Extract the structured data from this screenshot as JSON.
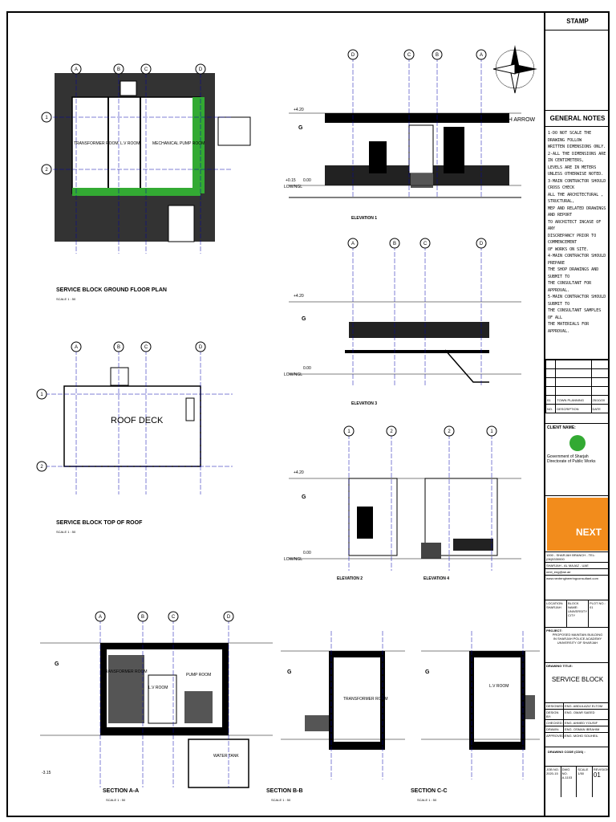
{
  "plans": {
    "ground_floor": {
      "title": "SERVICE BLOCK GROUND FLOOR PLAN",
      "scale": "SCALE 1 : 50",
      "rooms": [
        "TRANSFORMER ROOM",
        "L.V ROOM",
        "MECHANICAL PUMP ROOM"
      ]
    },
    "roof": {
      "title": "SERVICE BLOCK TOP OF ROOF",
      "scale": "SCALE 1 : 50",
      "room": "ROOF DECK"
    }
  },
  "elevations": [
    {
      "title": "ELEVATION 1",
      "grids": [
        "D",
        "C",
        "B",
        "A"
      ],
      "level_label": "G"
    },
    {
      "title": "ELEVATION 3",
      "grids": [
        "A",
        "B",
        "C",
        "D"
      ],
      "level_label": "G"
    },
    {
      "title": "ELEVATION 2",
      "grids": [
        "1",
        "2"
      ],
      "level_label": "G"
    },
    {
      "title": "ELEVATION 4",
      "grids": [
        "2",
        "1"
      ],
      "level_label": "G"
    }
  ],
  "sections": [
    {
      "title": "SECTION A-A",
      "scale": "SCALE 1 : 50",
      "grids": [
        "A",
        "B",
        "C",
        "D"
      ],
      "rooms": [
        "TRANSFORMER ROOM",
        "L.V ROOM",
        "PUMP ROOM",
        "WATER TANK"
      ]
    },
    {
      "title": "SECTION B-B",
      "scale": "SCALE 1 : 50",
      "rooms": [
        "TRANSFORMER ROOM"
      ]
    },
    {
      "title": "SECTION C-C",
      "scale": "SCALE 1 : 50",
      "rooms": [
        "L.V ROOM"
      ]
    }
  ],
  "levels": {
    "top": "+4.20",
    "ffl": "+0.15",
    "ngl": "0.00",
    "low": "LOW/NGL",
    "bottom": "-3.15"
  },
  "north_arrow": {
    "label": "NORTH ARROW"
  },
  "title_block": {
    "stamp": "STAMP",
    "general_notes_title": "GENERAL NOTES",
    "notes": [
      "1-DO NOT SCALE THE DRAWING FOLLOW",
      "  WRITTEN DIMENSIONS ONLY.",
      "2-ALL THE DIMENSIONS ARE IN CENTIMETERS,",
      "  LEVELS ARE IN METERS UNLESS OTHERWISE NOTED.",
      "3-MAIN CONTRACTOR SHOULD CROSS CHECK",
      "  ALL THE ARCHITECTURAL , STRUCTURAL,",
      "  MEP AND RELATED DRAWINGS AND REPORT",
      "  TO ARCHITECT INCASE OF ANY",
      "  DISCREPANCY PRIOR TO COMMENCEMENT",
      "  OF WORKS ON SITE.",
      "4-MAIN CONTRACTOR SHOULD PREPARE",
      "  THE SHOP DRAWINGS AND SUBMIT TO",
      "  THE CONSULTANT FOR APPROVAL.",
      "5-MAIN CONTRACTOR SHOULD SUBMIT TO",
      "  THE CONSULTANT SAMPLES OF ALL",
      "  THE MATERIALS FOR APPROVAL."
    ],
    "revision": {
      "no": "01",
      "description": "TOWN PLANNING",
      "date": "25/10/20"
    },
    "revision_headers": {
      "no": "NO.",
      "description": "DESCRIPTION",
      "date": "DATE"
    },
    "client_label": "CLIENT NAME:",
    "client_name_en": "Government of Sharjah",
    "client_dept_en": "Directorate of Public Works",
    "consultant": "NEXT",
    "consultant_address": "1000 - SHARJAH BRANCH - TEL: (06)5330000",
    "consultant_address2": "SHARJAH - AL MAJAZ - UAE",
    "consultant_web": "next_eng@ae.ae",
    "consultant_email": "www.nextengineeringconsultant.com",
    "location": {
      "label": "LOCATION:",
      "value": "SHARJAH",
      "block_label": "BLOCK NAME:",
      "block": "UNIVERSITY CITY",
      "plot_label": "PLOT NO.:",
      "plot": "01"
    },
    "project_label": "PROJECT:",
    "project": [
      "PROPOSED MAINTAIN BUILDING",
      "IN SHARJAH POLICE ACADEMY",
      "UNIVERSITY OF SHARJAH"
    ],
    "drawing_title_label": "DRAWING TITLE:",
    "drawing_title": "SERVICE BLOCK",
    "people": [
      {
        "role": "DESIGNED:",
        "name": "ENG. ABDULAZIZ ELTOM"
      },
      {
        "role": "DESIGN BY:",
        "name": "ENG. OMAR SAEED"
      },
      {
        "role": "CHECKED:",
        "name": "ENG. AHMED YOUSIF"
      },
      {
        "role": "DRAWN:",
        "name": "ENG. OSMAN IBRAHIM"
      },
      {
        "role": "APPROVED:",
        "name": "ENG. MOHD SOUHEIL"
      }
    ],
    "drawing_code_label": "DRAWING CODE (CDS) :",
    "job": {
      "job_label": "JOB NO.",
      "job": "2020-15",
      "dwg_label": "DWG NO.",
      "dwg": "A-1103",
      "scale_label": "SCALE",
      "scale": "1/50",
      "rev_label": "REVISION",
      "rev": "01"
    }
  }
}
